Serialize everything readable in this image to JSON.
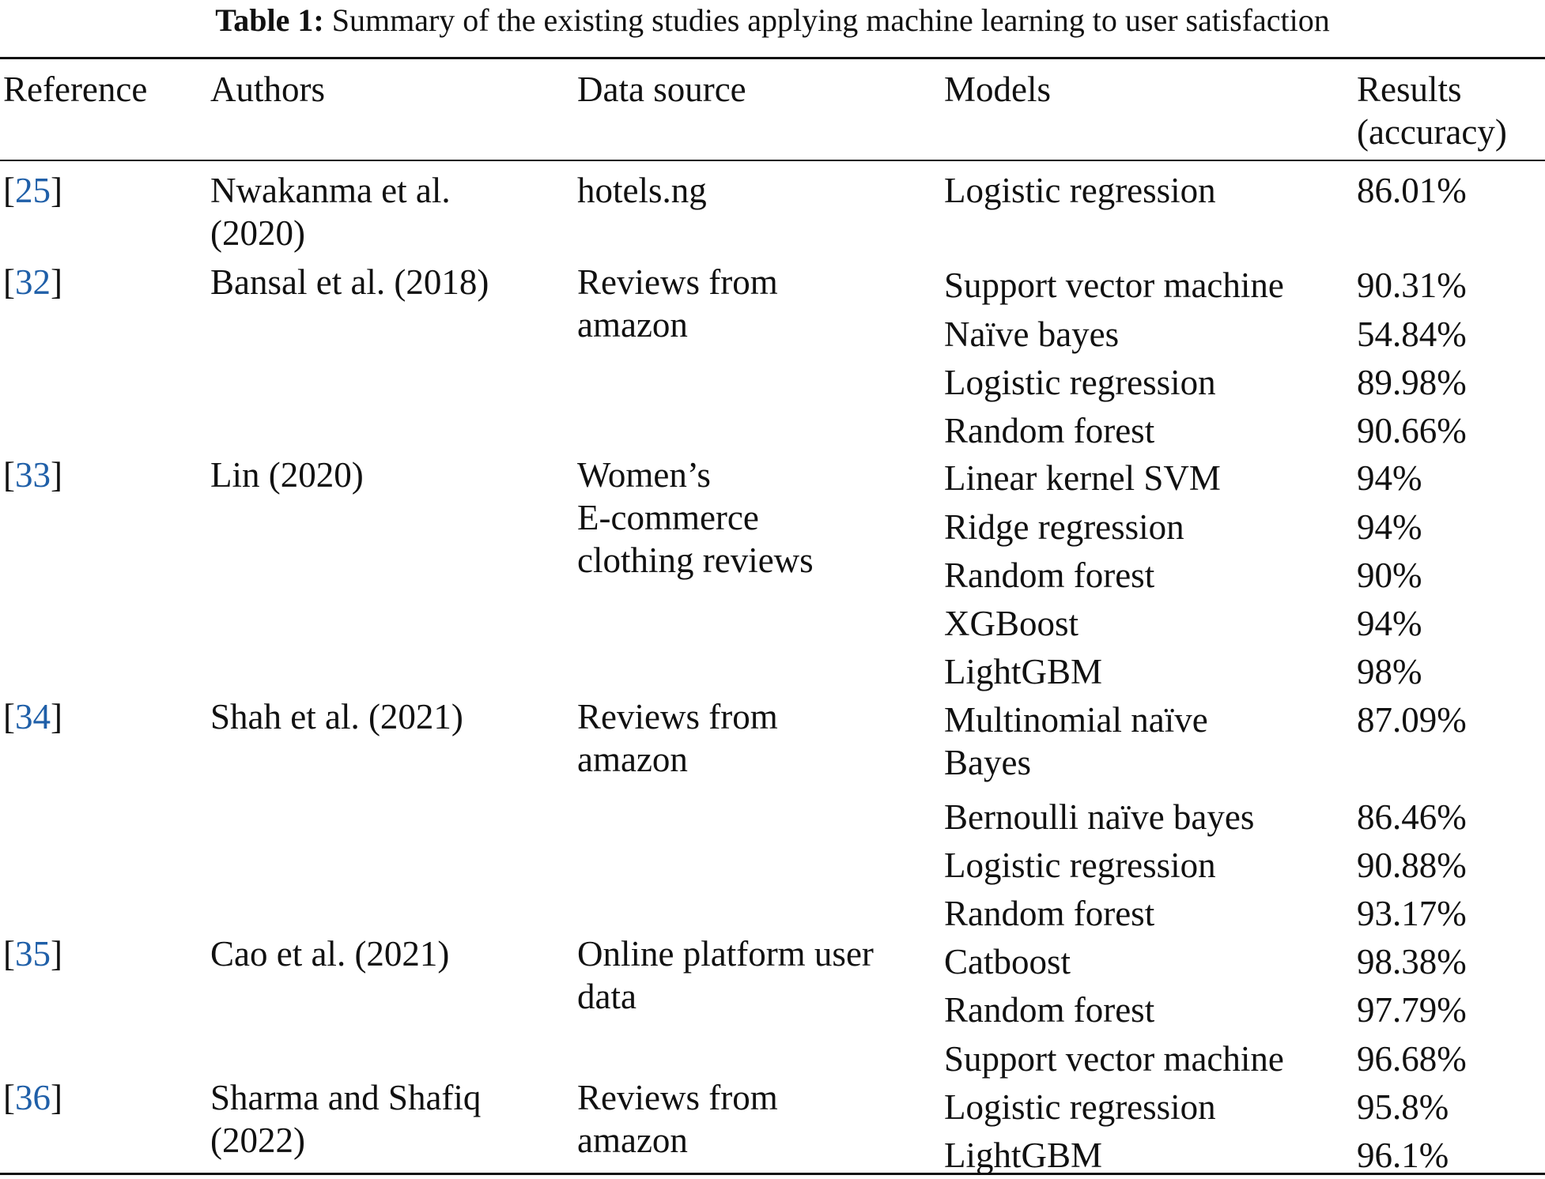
{
  "caption": {
    "label": "Table 1:",
    "text": "Summary of the existing studies applying machine learning to user satisfaction"
  },
  "header": {
    "reference": "Reference",
    "authors": "Authors",
    "data_source": "Data source",
    "models": "Models",
    "results_line1": "Results",
    "results_line2": "(accuracy)"
  },
  "rows": [
    {
      "ref": "25",
      "authors": [
        "Nwakanma et al.",
        "(2020)"
      ],
      "source": [
        "hotels.ng"
      ],
      "models": [
        {
          "model": [
            "Logistic regression"
          ],
          "result": "86.01%"
        }
      ]
    },
    {
      "ref": "32",
      "authors": [
        "Bansal et al. (2018)"
      ],
      "source": [
        "Reviews from",
        "amazon"
      ],
      "models": [
        {
          "model": [
            "Support vector machine"
          ],
          "result": "90.31%"
        },
        {
          "model": [
            "Naïve bayes"
          ],
          "result": "54.84%"
        },
        {
          "model": [
            "Logistic regression"
          ],
          "result": "89.98%"
        },
        {
          "model": [
            "Random forest"
          ],
          "result": "90.66%"
        }
      ]
    },
    {
      "ref": "33",
      "authors": [
        "Lin (2020)"
      ],
      "source": [
        "Women’s",
        "E-commerce",
        "clothing reviews"
      ],
      "models": [
        {
          "model": [
            "Linear kernel SVM"
          ],
          "result": "94%"
        },
        {
          "model": [
            "Ridge regression"
          ],
          "result": "94%"
        },
        {
          "model": [
            "Random forest"
          ],
          "result": "90%"
        },
        {
          "model": [
            "XGBoost"
          ],
          "result": "94%"
        },
        {
          "model": [
            "LightGBM"
          ],
          "result": "98%"
        }
      ]
    },
    {
      "ref": "34",
      "authors": [
        "Shah et al. (2021)"
      ],
      "source": [
        "Reviews from",
        "amazon"
      ],
      "models": [
        {
          "model": [
            "Multinomial naïve",
            "Bayes"
          ],
          "result": "87.09%"
        },
        {
          "model": [
            "Bernoulli naïve bayes"
          ],
          "result": "86.46%"
        },
        {
          "model": [
            "Logistic regression"
          ],
          "result": "90.88%"
        },
        {
          "model": [
            "Random forest"
          ],
          "result": "93.17%"
        }
      ]
    },
    {
      "ref": "35",
      "authors": [
        "Cao et al. (2021)"
      ],
      "source": [
        "Online platform user",
        "data"
      ],
      "models": [
        {
          "model": [
            "Catboost"
          ],
          "result": "98.38%"
        },
        {
          "model": [
            "Random forest"
          ],
          "result": "97.79%"
        },
        {
          "model": [
            "Support vector machine"
          ],
          "result": "96.68%"
        }
      ]
    },
    {
      "ref": "36",
      "authors": [
        "Sharma and Shafiq",
        "(2022)"
      ],
      "source": [
        "Reviews from",
        "amazon"
      ],
      "models": [
        {
          "model": [
            "Logistic regression"
          ],
          "result": "95.8%"
        },
        {
          "model": [
            "LightGBM"
          ],
          "result": "96.1%"
        }
      ]
    }
  ],
  "colors": {
    "text": "#111111",
    "citation_link": "#1f5fa8"
  }
}
